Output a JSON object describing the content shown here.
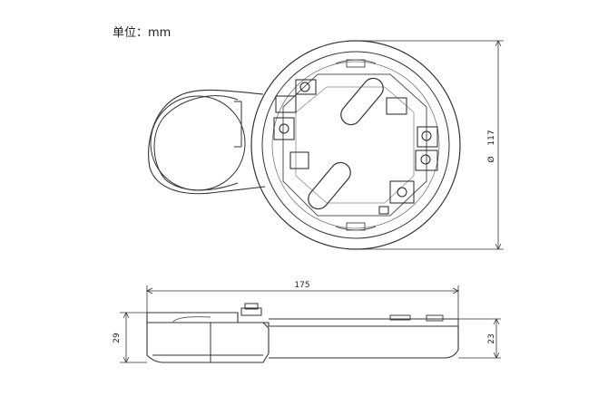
{
  "unit_label": "单位：mm",
  "dimensions": {
    "diameter": "117",
    "diameter_symbol": "Ø",
    "total_length": "175",
    "total_height": "29",
    "base_height": "23"
  }
}
